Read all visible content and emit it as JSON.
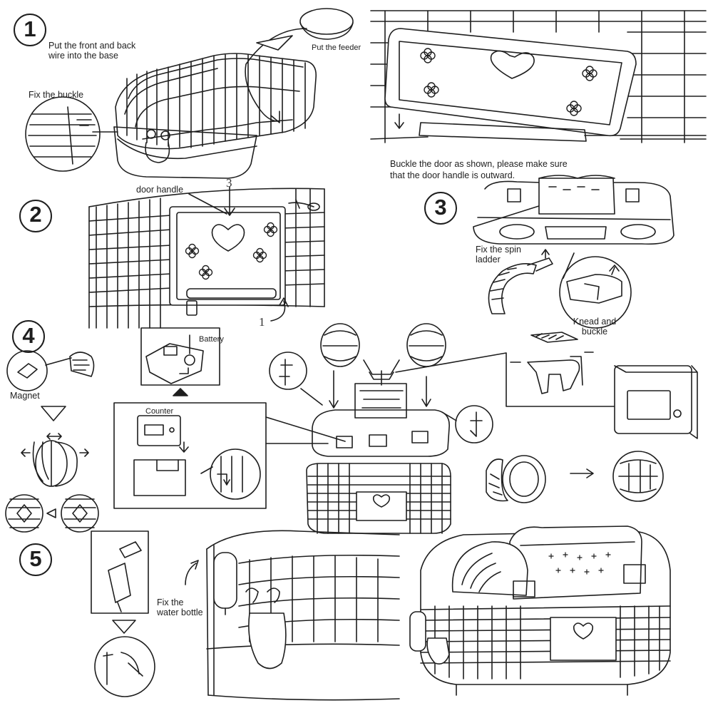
{
  "colors": {
    "ink": "#1e1e1e",
    "paper": "#ffffff",
    "hatch": "#8a8a8a"
  },
  "steps": [
    {
      "number": "1"
    },
    {
      "number": "2"
    },
    {
      "number": "3"
    },
    {
      "number": "4"
    },
    {
      "number": "5"
    }
  ],
  "labels": {
    "step1_main": "Put the front and back\nwire into the base",
    "feeder": "Put the feeder",
    "buckle": "Fix the buckle",
    "door_note": "Buckle the door as shown, please make sure\nthat the door handle is outward.",
    "door_handle": "door handle",
    "callout_3": "3",
    "callout_1": "1",
    "spin_ladder": "Fix the spin\nladder",
    "knead": "Knead and\nbuckle",
    "magnet": "Magnet",
    "battery": "Battery",
    "counter": "Counter",
    "water_bottle": "Fix the\nwater bottle"
  }
}
